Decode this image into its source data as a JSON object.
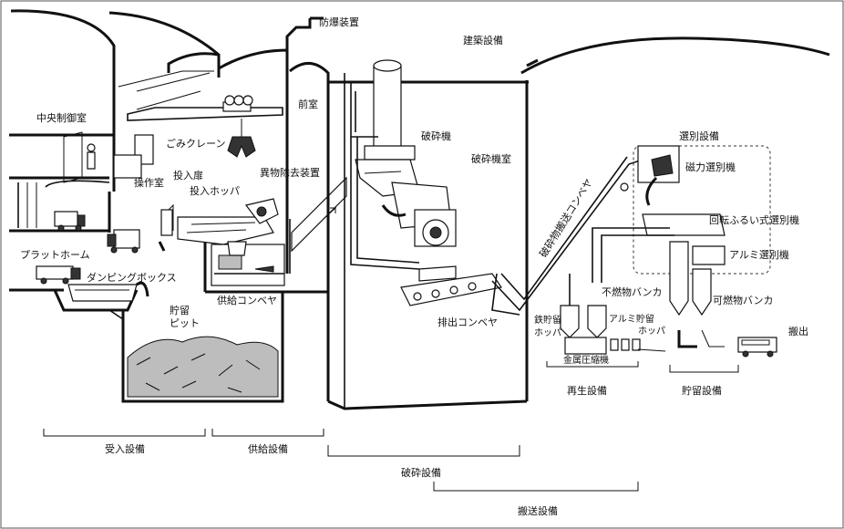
{
  "labels": {
    "control_room": "中央制御室",
    "operation_room": "操作室",
    "platform": "プラットホーム",
    "dumping_box": "ダンピングボックス",
    "storage_pit": "貯留\nピット",
    "crane": "ごみクレーン",
    "inlet_door": "投入扉",
    "inlet_hopper": "投入ホッパ",
    "foreign_removal": "異物除去装置",
    "supply_conveyor": "供給コンベヤ",
    "front_room": "前室",
    "explosion_proof": "防爆装置",
    "building": "建築設備",
    "crusher": "破砕機",
    "crusher_room": "破砕機室",
    "discharge_conveyor": "排出コンベヤ",
    "transport_conveyor": "破砕物搬送コンベヤ",
    "sorting_equipment": "選別設備",
    "magnetic_separator": "磁力選別機",
    "rotary_screen": "回転ふるい式選別機",
    "aluminum_separator": "アルミ選別機",
    "noncombustible_bunker": "不燃物バンカ",
    "combustible_bunker": "可燃物バンカ",
    "iron_hopper": "鉄貯留\nホッパ",
    "aluminum_hopper": "アルミ貯留\nホッパ",
    "metal_compressor": "金属圧縮機",
    "carry_out": "搬出"
  },
  "sections": {
    "receiving": "受入設備",
    "supply": "供給設備",
    "crushing": "破砕設備",
    "transport": "搬送設備",
    "recycling": "再生設備",
    "storage": "貯留設備"
  },
  "icons": [
    "truck-icon",
    "person-icon",
    "bus-icon",
    "arrow-icon"
  ]
}
